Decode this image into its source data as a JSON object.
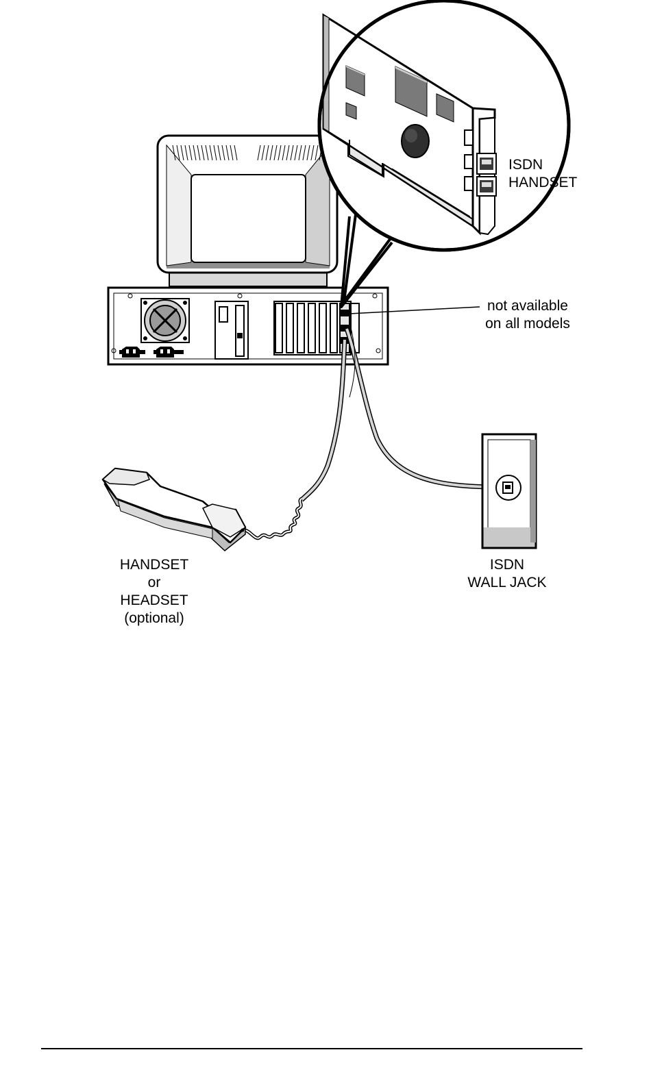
{
  "labels": {
    "card_ports": [
      "ISDN",
      "HANDSET"
    ],
    "note": [
      "not available",
      "on all models"
    ],
    "handset": [
      "HANDSET",
      "or",
      "HEADSET",
      "(optional)"
    ],
    "wall_jack": [
      "ISDN",
      "WALL JACK"
    ]
  },
  "icons": [
    "monitor",
    "computer-chassis",
    "isdn-adapter-card",
    "telephone-handset",
    "isdn-wall-jack",
    "coiled-cord",
    "cable"
  ],
  "colors": {
    "line": "#000000",
    "fill_light": "#ffffff",
    "fill_mid": "#b8b8b8",
    "fill_dark": "#5a5a5a"
  }
}
